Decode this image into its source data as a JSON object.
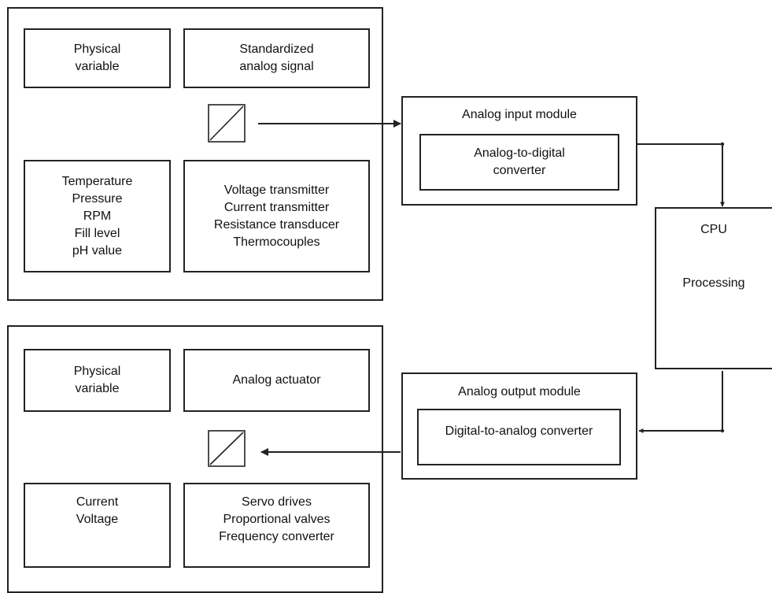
{
  "input_section": {
    "physical_variable": "Physical\nvariable",
    "signal_type": "Standardized\nanalog signal",
    "variables": [
      "Temperature",
      "Pressure",
      "RPM",
      "Fill level",
      "pH value"
    ],
    "sensors": [
      "Voltage transmitter",
      "Current transmitter",
      "Resistance transducer",
      "Thermocouples"
    ]
  },
  "output_section": {
    "physical_variable": "Physical\nvariable",
    "actuator": "Analog actuator",
    "variables": [
      "Current",
      "Voltage"
    ],
    "actuators": [
      "Servo drives",
      "Proportional valves",
      "Frequency converter"
    ]
  },
  "input_module": {
    "title": "Analog input module",
    "converter": "Analog-to-digital\nconverter"
  },
  "output_module": {
    "title": "Analog output module",
    "converter": "Digital-to-analog converter"
  },
  "cpu": {
    "title": "CPU",
    "subtitle": "Processing"
  },
  "colors": {
    "line": "#222222",
    "background": "#ffffff"
  }
}
